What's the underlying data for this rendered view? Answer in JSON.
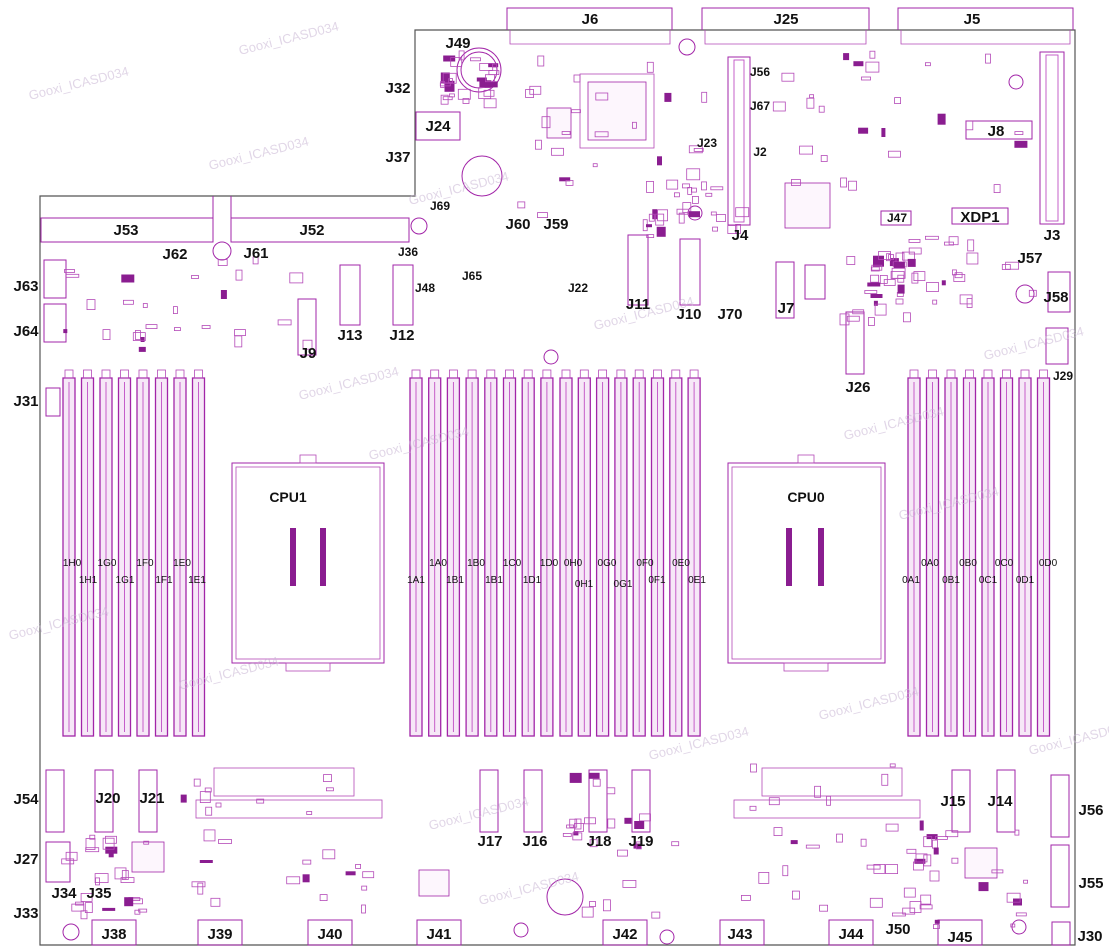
{
  "colors": {
    "outline": "#a225a8",
    "label": "#111111",
    "edge": "#555555",
    "watermark": "#c9b6d4"
  },
  "watermark": "Gooxi_ICASD034",
  "connectors": {
    "J6": "J6",
    "J25": "J25",
    "J5": "J5",
    "J49": "J49",
    "J32": "J32",
    "J24": "J24",
    "J37": "J37",
    "J56_top": "J56",
    "J67": "J67",
    "J23": "J23",
    "J2": "J2",
    "J8": "J8",
    "J69": "J69",
    "J53": "J53",
    "J52": "J52",
    "J60": "J60",
    "J59": "J59",
    "J4": "J4",
    "J47": "J47",
    "XDP1": "XDP1",
    "J3": "J3",
    "J62": "J62",
    "J61": "J61",
    "J36": "J36",
    "J65": "J65",
    "J63": "J63",
    "J22": "J22",
    "J57": "J57",
    "J48": "J48",
    "J11": "J11",
    "J58": "J58",
    "J13": "J13",
    "J12": "J12",
    "J10": "J10",
    "J70": "J70",
    "J7": "J7",
    "J64": "J64",
    "J9": "J9",
    "J29": "J29",
    "J26": "J26",
    "J31": "J31",
    "J54": "J54",
    "J20": "J20",
    "J21": "J21",
    "J15": "J15",
    "J14": "J14",
    "J56": "J56",
    "J17": "J17",
    "J16": "J16",
    "J18": "J18",
    "J19": "J19",
    "J27": "J27",
    "J55": "J55",
    "J34": "J34",
    "J35": "J35",
    "J33": "J33",
    "J38": "J38",
    "J39": "J39",
    "J40": "J40",
    "J41": "J41",
    "J42": "J42",
    "J43": "J43",
    "J44": "J44",
    "J50": "J50",
    "J45": "J45",
    "J30": "J30"
  },
  "cpus": {
    "cpu1": "CPU1",
    "cpu0": "CPU0"
  },
  "dimms": {
    "1H0": "1H0",
    "1G0": "1G0",
    "1F0": "1F0",
    "1E0": "1E0",
    "1H1": "1H1",
    "1G1": "1G1",
    "1F1": "1F1",
    "1E1": "1E1",
    "1A0": "1A0",
    "1B0": "1B0",
    "1C0": "1C0",
    "1D0": "1D0",
    "1A1": "1A1",
    "1B1a": "1B1",
    "1B1b": "1B1",
    "1D1": "1D1",
    "0H0": "0H0",
    "0G0": "0G0",
    "0F0": "0F0",
    "0E0": "0E0",
    "0H1": "0H1",
    "0G1": "0G1",
    "0F1": "0F1",
    "0E1": "0E1",
    "0A0": "0A0",
    "0B0": "0B0",
    "0C0": "0C0",
    "0D0": "0D0",
    "0A1": "0A1",
    "0B1": "0B1",
    "0C1": "0C1",
    "0D1": "0D1"
  }
}
